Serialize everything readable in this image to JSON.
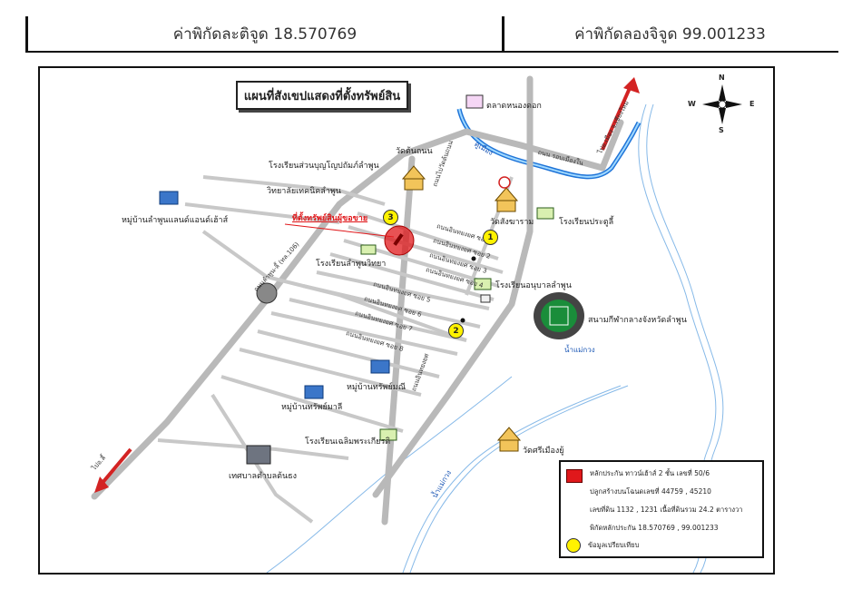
{
  "header": {
    "latitude": "ค่าพิกัดละติจูด 18.570769",
    "longitude": "ค่าพิกัดลองจิจูด 99.001233"
  },
  "map": {
    "title": "แผนที่สังเขปแสดงที่ตั้งทรัพย์สิน",
    "compass": {
      "north": "N",
      "south": "S",
      "east": "E",
      "west": "W"
    },
    "subject_label": "ที่ตั้งทรัพย์สินผู้ขอขาย",
    "landmarks": {
      "market": "ตลาดหนองดอก",
      "school_bunyopatham": "โรงเรียนส่วนบุญโญปถัมภ์ลำพูน",
      "wat_ton_thanon": "วัดต้นถนน",
      "tech_college": "วิทยาลัยเทคนิคลำพูน",
      "village_lanna": "หมู่บ้านลำพูนแลนด์แอนด์เฮ้าส์",
      "school_lamphun_witthaya": "โรงเรียนลำพูนวิทยา",
      "wat_sang_aram": "วัดสังฆาราม",
      "school_prasuti": "โรงเรียนประตูลี้",
      "school_anuban": "โรงเรียนอนุบาลลำพูน",
      "stadium": "สนามกีฬากลางจังหวัดลำพูน",
      "village_sappamani": "หมู่บ้านทรัพย์มณี",
      "village_sappamalee": "หมู่บ้านทรัพย์มาลี",
      "school_chalermprakiat": "โรงเรียนเฉลิมพระเกียรติ",
      "municipality": "เทศบาลตำบลต้นธง",
      "wat_sri_mueang": "วัดศรีเมืองยู้"
    },
    "roads": {
      "superhighway": "ถนนลำพูน-ลี้ (ทล.106)",
      "ring_road": "ถนน รอบเมืองใน",
      "to_chiang_mai": "ไปอ.เมือง จ.เชียงใหม่",
      "to_li": "ไปอ.ลี้",
      "soi_1": "ถนนอินทยงยศ ซอย 1",
      "soi_2": "ถนนอินทยงยศ ซอย 2",
      "soi_3": "ถนนอินทยงยศ ซอย 3",
      "soi_4": "ถนนอินทยงยศ ซอย 4",
      "soi_5": "ถนนอินทยงยศ ซอย 5",
      "soi_6": "ถนนอินทยงยศ ซอย 6",
      "soi_7": "ถนนอินทยงยศ ซอย 7",
      "soi_8": "ถนนอินทยงยศ ซอย 8",
      "main": "ถนนอินทยงยศ",
      "to_ton_thanon": "ถนนไปวัดต้นถนน"
    },
    "rivers": {
      "kuang": "น้ำแม่กวง",
      "kuang2": "น้ำแม่กวง",
      "moat": "คูเมือง"
    },
    "markers": [
      "1",
      "2",
      "3"
    ],
    "legend": {
      "subject_line1": "หลักประกัน ทาวน์เฮ้าส์ 2 ชั้น เลขที่ 50/6",
      "subject_line2": "ปลูกสร้างบนโฉนดเลขที่ 44759 , 45210",
      "subject_line3": "เลขที่ดิน 1132 , 1231 เนื้อที่ดินรวม 24.2 ตารางวา",
      "subject_line4": "พิกัดหลักประกัน 18.570769 , 99.001233",
      "comparable": "ข้อมูลเปรียบเทียบ"
    },
    "colors": {
      "subject": "#e0181b",
      "comparable": "#fff200",
      "road": "#b9b9b9",
      "river": "#1f74d8",
      "arrow": "#d32323"
    }
  }
}
